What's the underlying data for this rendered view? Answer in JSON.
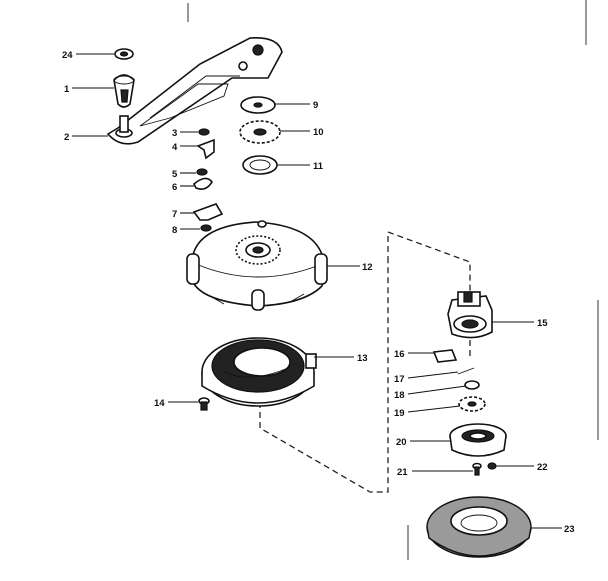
{
  "diagram": {
    "callouts": [
      {
        "id": "c24",
        "label": "24"
      },
      {
        "id": "c1",
        "label": "1"
      },
      {
        "id": "c2",
        "label": "2"
      },
      {
        "id": "c3",
        "label": "3"
      },
      {
        "id": "c4",
        "label": "4"
      },
      {
        "id": "c5",
        "label": "5"
      },
      {
        "id": "c6",
        "label": "6"
      },
      {
        "id": "c7",
        "label": "7"
      },
      {
        "id": "c8",
        "label": "8"
      },
      {
        "id": "c9",
        "label": "9"
      },
      {
        "id": "c10",
        "label": "10"
      },
      {
        "id": "c11",
        "label": "11"
      },
      {
        "id": "c12",
        "label": "12"
      },
      {
        "id": "c13",
        "label": "13"
      },
      {
        "id": "c14",
        "label": "14"
      },
      {
        "id": "c15",
        "label": "15"
      },
      {
        "id": "c16",
        "label": "16"
      },
      {
        "id": "c17",
        "label": "17"
      },
      {
        "id": "c18",
        "label": "18"
      },
      {
        "id": "c19",
        "label": "19"
      },
      {
        "id": "c20",
        "label": "20"
      },
      {
        "id": "c21",
        "label": "21"
      },
      {
        "id": "c22",
        "label": "22"
      },
      {
        "id": "c23",
        "label": "23"
      }
    ]
  }
}
